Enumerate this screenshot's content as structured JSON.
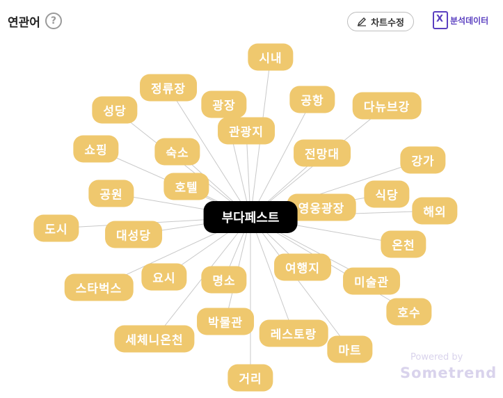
{
  "header": {
    "title": "연관어",
    "help_icon": "?",
    "edit_button_label": "차트수정",
    "excel_button_label": "분석데이터",
    "excel_icon_letter": "X"
  },
  "colors": {
    "node": "#efc86e",
    "center": "#000000",
    "lines": "#c8c8c8"
  },
  "diagram": {
    "center": "부다페스트",
    "nodes": [
      "시내",
      "정류장",
      "광장",
      "공항",
      "다뉴브강",
      "성당",
      "관광지",
      "쇼핑",
      "숙소",
      "전망대",
      "강가",
      "공원",
      "호텔",
      "영웅광장",
      "식당",
      "해외",
      "도시",
      "대성당",
      "온천",
      "요시",
      "스타벅스",
      "명소",
      "여행지",
      "미술관",
      "호수",
      "박물관",
      "세체니온천",
      "레스토랑",
      "마트",
      "거리"
    ]
  },
  "footer": {
    "powered": "Powered by",
    "brand": "Sometrend"
  }
}
